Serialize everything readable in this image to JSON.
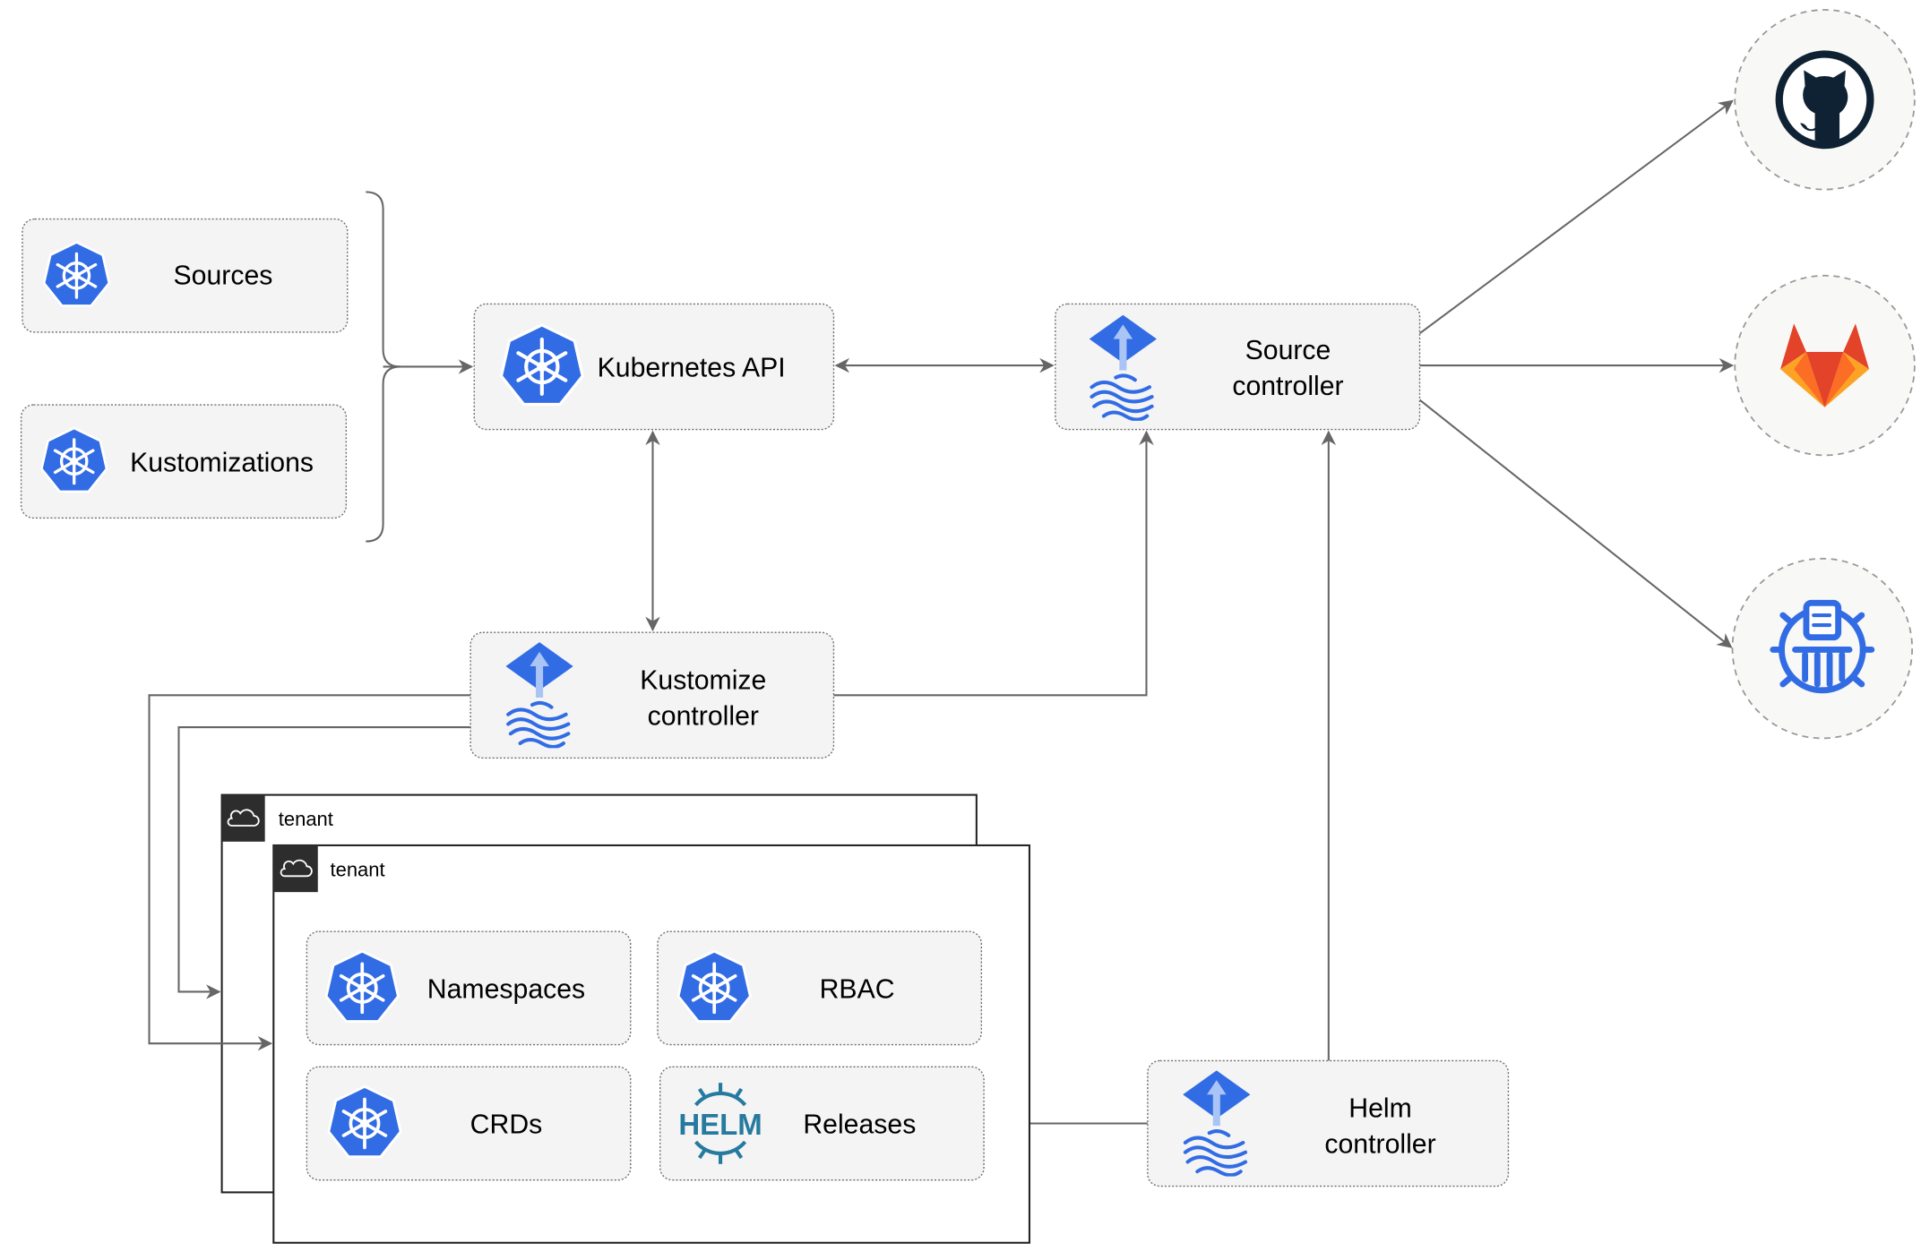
{
  "nodes": {
    "sources": "Sources",
    "kustomizations": "Kustomizations",
    "kubernetes_api": "Kubernetes API",
    "source_controller": [
      "Source",
      "controller"
    ],
    "kustomize_controller": [
      "Kustomize",
      "controller"
    ],
    "helm_controller": [
      "Helm",
      "controller"
    ],
    "namespaces": "Namespaces",
    "rbac": "RBAC",
    "crds": "CRDs",
    "releases": "Releases",
    "helm_logo_text": "HELM"
  },
  "tenants": [
    "tenant",
    "tenant"
  ],
  "external_sources": [
    "github-icon",
    "gitlab-icon",
    "bucket-icon"
  ],
  "colors": {
    "kubernetes": "#326ce5",
    "flux": "#326ce5",
    "helm": "#277a9f",
    "github": "#0f2233",
    "gitlab_orange": "#e24329",
    "gitlab_light": "#fca326",
    "edge": "#666666"
  }
}
